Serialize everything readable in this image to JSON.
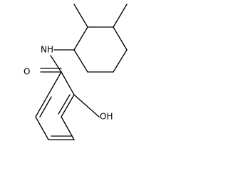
{
  "molecule": {
    "labels": {
      "nh": "NH",
      "o": "O",
      "oh": "OH"
    },
    "colors": {
      "bond": "#000000",
      "background": "#ffffff"
    }
  }
}
